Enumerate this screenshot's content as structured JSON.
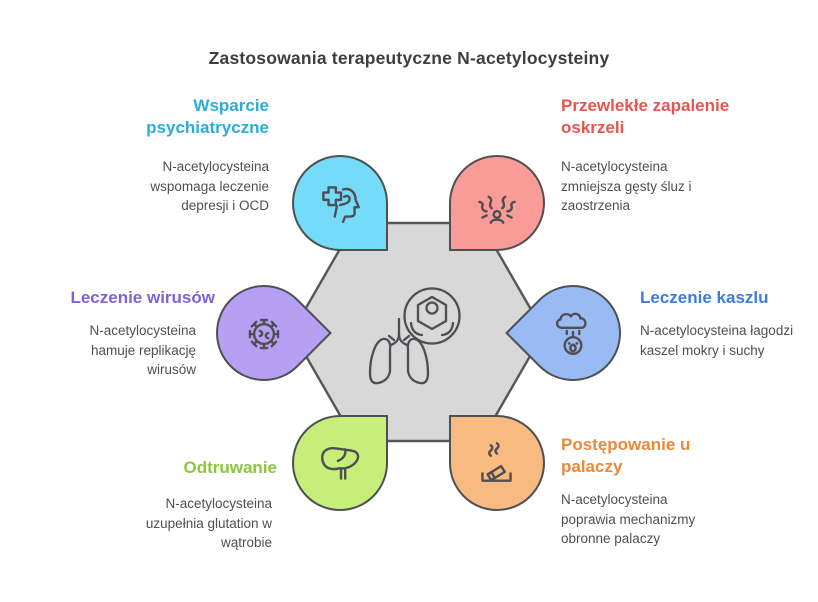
{
  "title": "Zastosowania terapeutyczne N-acetylocysteiny",
  "colors": {
    "title_text": "#3E3E3E",
    "body_text": "#4F4F4F",
    "outline": "#4F5054",
    "hexagon_fill": "#D8D8D8"
  },
  "center": {
    "icons": [
      "nac-molecule-icon",
      "lungs-icon"
    ]
  },
  "sections": {
    "psychiatric": {
      "heading": "Wsparcie psychiatryczne",
      "body": "N-acetylocysteina wspomaga leczenie depresji i OCD",
      "heading_color": "#2BADD6",
      "petal_fill": "#74DBF8",
      "icon": "head-cross-icon"
    },
    "bronchitis": {
      "heading": "Przewlekłe zapalenie oskrzeli",
      "body": "N-acetylocysteina zmniejsza gęsty śluz i zaostrzenia",
      "heading_color": "#E95450",
      "petal_fill": "#F99B97",
      "icon": "sneezing-person-icon"
    },
    "viruses": {
      "heading": "Leczenie wirusów",
      "body": "N-acetylocysteina hamuje replikację wirusów",
      "heading_color": "#7E62DA",
      "petal_fill": "#B7A0F3",
      "icon": "virus-icon"
    },
    "cough": {
      "heading": "Leczenie kaszlu",
      "body": "N-acetylocysteina łagodzi kaszel mokry i suchy",
      "heading_color": "#3C7CDE",
      "petal_fill": "#9ABAF3",
      "icon": "cough-cloud-icon"
    },
    "detox": {
      "heading": "Odtruwanie",
      "body": "N-acetylocysteina uzupełnia glutation w wątrobie",
      "heading_color": "#8DC63F",
      "petal_fill": "#C6EE79",
      "icon": "liver-icon"
    },
    "smokers": {
      "heading": "Postępowanie u palaczy",
      "body": "N-acetylocysteina poprawia mechanizmy obronne palaczy",
      "heading_color": "#E78A3E",
      "petal_fill": "#F7BA80",
      "icon": "cigarette-icon"
    }
  }
}
